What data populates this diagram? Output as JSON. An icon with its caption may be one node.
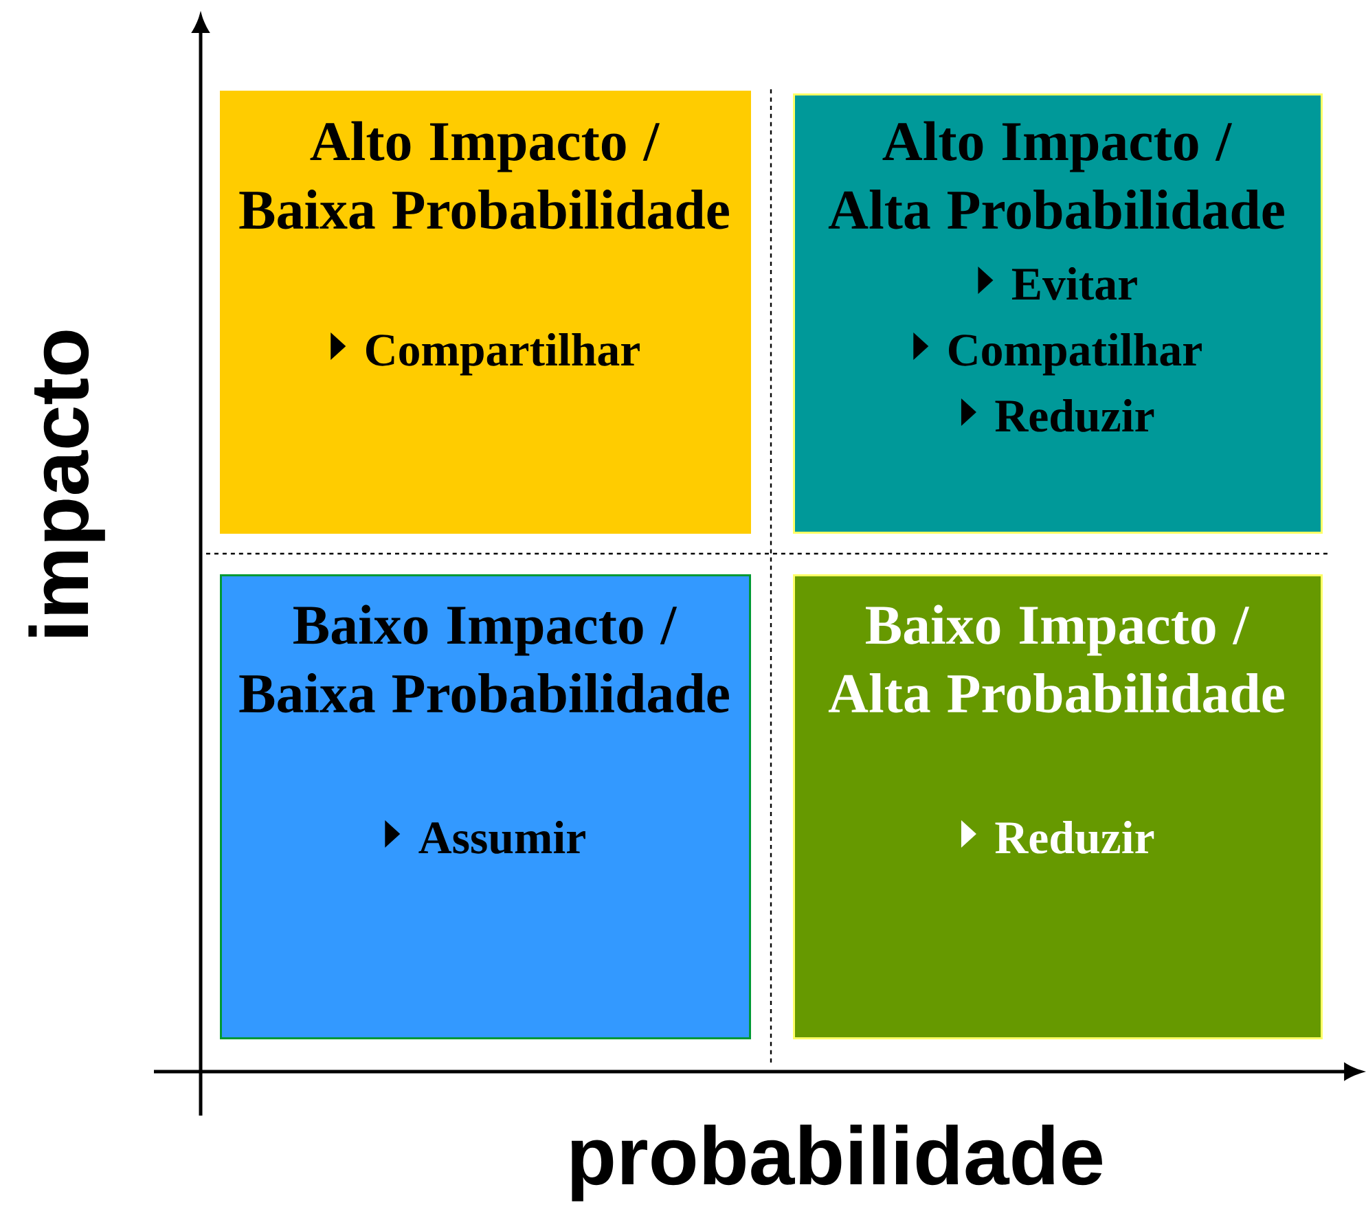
{
  "diagram": {
    "nodes": [
      {
        "text": [
          "Alto Impacto / Baixa Probabilidade",
          "Compartilhar"
        ]
      },
      {
        "text": [
          "Alto Impacto / Alta Probabilidade",
          "Evitar",
          "Compatilhar",
          "Reduzir"
        ]
      },
      {
        "text": [
          "Baixo Impacto / Baixa Probabilidade",
          "Assumir"
        ]
      },
      {
        "text": [
          "Baixo Impacto / Alta Probabilidade",
          "Reduzir"
        ]
      }
    ],
    "labels": [
      "impacto",
      "probabilidade"
    ]
  }
}
